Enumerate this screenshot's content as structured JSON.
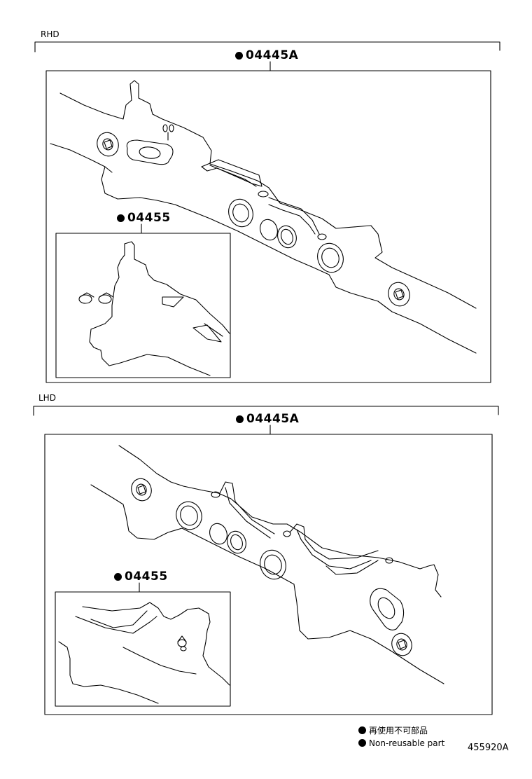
{
  "sections": [
    {
      "label": "RHD",
      "main_part": "04445A",
      "sub_part": "04455"
    },
    {
      "label": "LHD",
      "main_part": "04445A",
      "sub_part": "04455"
    }
  ],
  "legend": {
    "symbol": "●",
    "line1": "再使用不可部品",
    "line2": "Non-reusable part"
  },
  "figure_id": "455920A"
}
